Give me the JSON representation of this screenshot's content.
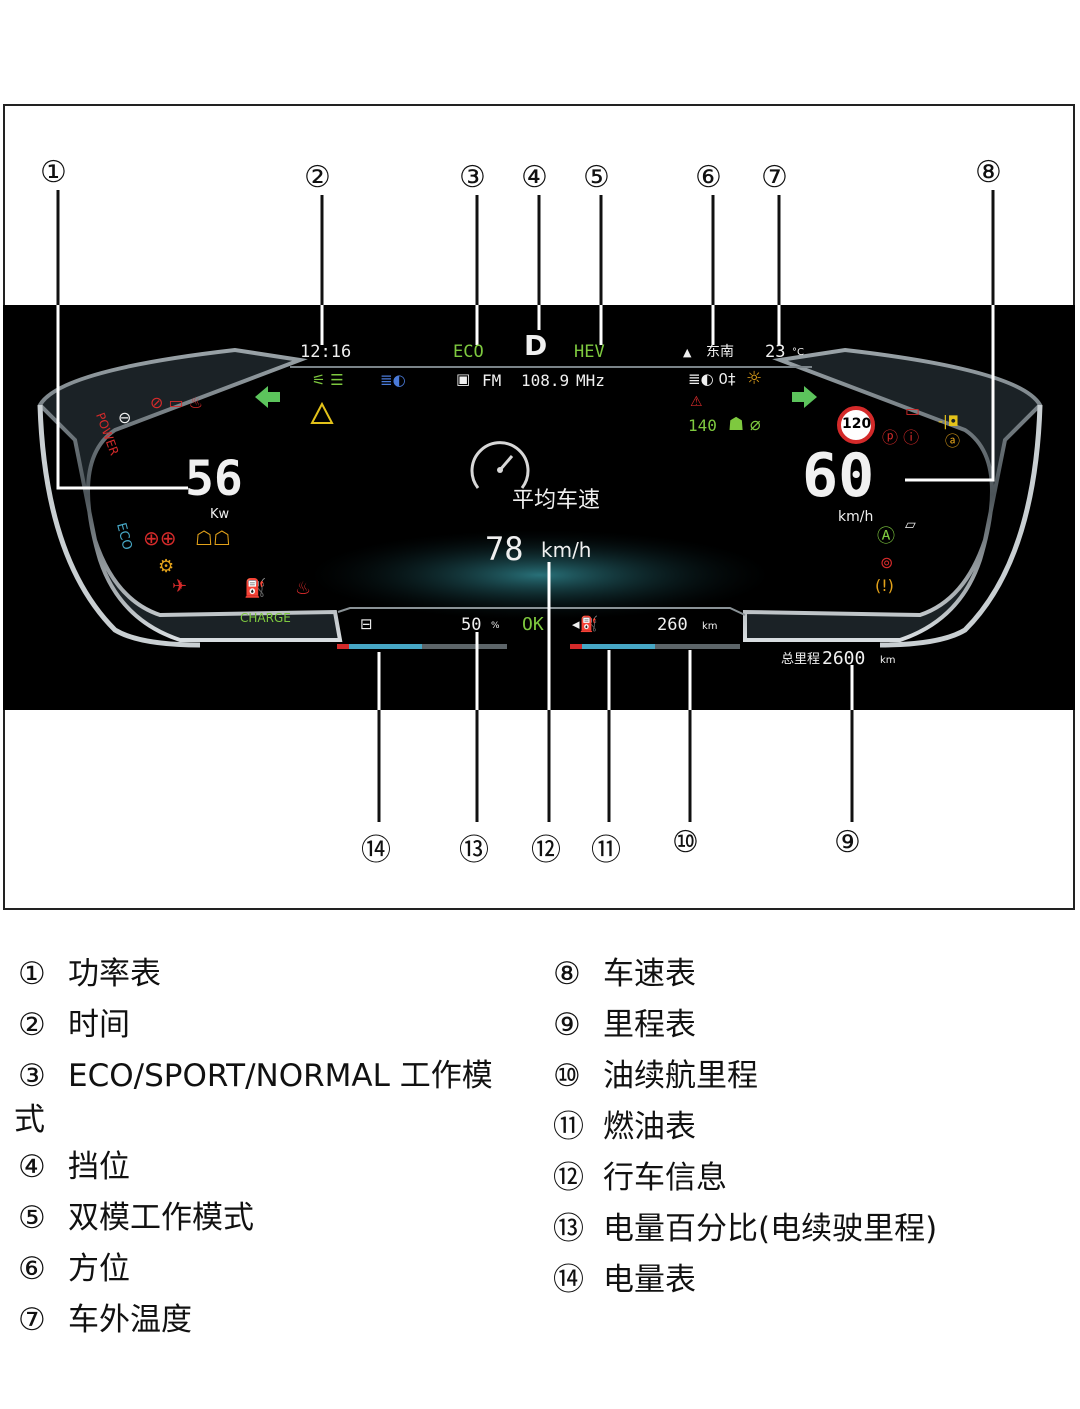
{
  "callouts": {
    "c1": "①",
    "c2": "②",
    "c3": "③",
    "c4": "④",
    "c5": "⑤",
    "c6": "⑥",
    "c7": "⑦",
    "c8": "⑧",
    "c9": "⑨",
    "c10": "⑩",
    "c11": "⑪",
    "c12": "⑫",
    "c13": "⑬",
    "c14": "⑭"
  },
  "dashboard": {
    "time": "12:16",
    "drive_mode": "ECO",
    "gear": "D",
    "hybrid_mode": "HEV",
    "direction_arrow": "▲",
    "direction": "东南",
    "outside_temp": "23",
    "temp_unit": "°C",
    "radio_band": "FM",
    "radio_freq": "108.9",
    "radio_unit": "MHz",
    "power_value": "56",
    "power_unit": "Kw",
    "power_arc_label": "POWER",
    "eco_arc_label": "ECO",
    "charge_arc_label": "CHARGE",
    "speed_value": "60",
    "speed_unit": "km/h",
    "speed_limit": "120",
    "cruise_speed": "140",
    "avg_speed_label": "平均车速",
    "avg_speed_value": "78",
    "avg_speed_unit": "km/h",
    "battery_percent": "50",
    "battery_percent_unit": "%",
    "ok_label": "OK",
    "fuel_range": "260",
    "fuel_range_unit": "km",
    "odometer_label": "总里程",
    "odometer_value": "2600",
    "odometer_unit": "km",
    "battery_bar_level": 0.5,
    "fuel_bar_level": 0.5,
    "accent_green": "#7ec93f",
    "warning_red": "#d42a2a",
    "warning_amber": "#e3a21a"
  },
  "legend": {
    "left": [
      {
        "num": "①",
        "text": "功率表"
      },
      {
        "num": "②",
        "text": "时间"
      },
      {
        "num": "③",
        "text": "ECO/SPORT/NORMAL 工作模"
      },
      {
        "num": "",
        "text": "式"
      },
      {
        "num": "④",
        "text": "挡位"
      },
      {
        "num": "⑤",
        "text": "双模工作模式"
      },
      {
        "num": "⑥",
        "text": "方位"
      },
      {
        "num": "⑦",
        "text": "车外温度"
      }
    ],
    "right": [
      {
        "num": "⑧",
        "text": "车速表"
      },
      {
        "num": "⑨",
        "text": "里程表"
      },
      {
        "num": "⑩",
        "text": "油续航里程"
      },
      {
        "num": "⑪",
        "text": "燃油表"
      },
      {
        "num": "⑫",
        "text": "行车信息"
      },
      {
        "num": "⑬",
        "text": "电量百分比(电续驶里程)"
      },
      {
        "num": "⑭",
        "text": "电量表"
      }
    ]
  }
}
